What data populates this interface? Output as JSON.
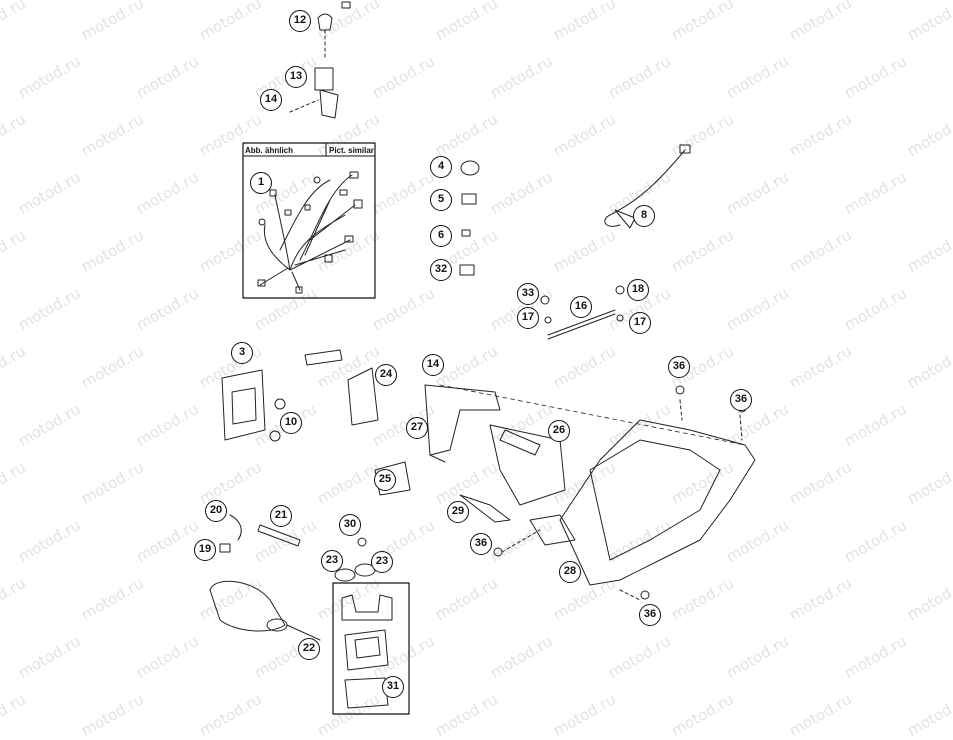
{
  "diagram": {
    "inset_header_left": "Abb. ähnlich",
    "inset_header_right": "Pict. similar",
    "watermark": "motod.ru",
    "colors": {
      "line": "#111111",
      "watermark": "#b0b0b0",
      "background": "#ffffff"
    },
    "callouts": [
      {
        "id": "c12",
        "label": "12"
      },
      {
        "id": "c13",
        "label": "13"
      },
      {
        "id": "c14a",
        "label": "14"
      },
      {
        "id": "c1",
        "label": "1"
      },
      {
        "id": "c4",
        "label": "4"
      },
      {
        "id": "c5",
        "label": "5"
      },
      {
        "id": "c6",
        "label": "6"
      },
      {
        "id": "c32",
        "label": "32"
      },
      {
        "id": "c8",
        "label": "8"
      },
      {
        "id": "c33",
        "label": "33"
      },
      {
        "id": "c18",
        "label": "18"
      },
      {
        "id": "c16",
        "label": "16"
      },
      {
        "id": "c17a",
        "label": "17"
      },
      {
        "id": "c17b",
        "label": "17"
      },
      {
        "id": "c3",
        "label": "3"
      },
      {
        "id": "c14b",
        "label": "14"
      },
      {
        "id": "c24",
        "label": "24"
      },
      {
        "id": "c36a",
        "label": "36"
      },
      {
        "id": "c36b",
        "label": "36"
      },
      {
        "id": "c10",
        "label": "10"
      },
      {
        "id": "c27",
        "label": "27"
      },
      {
        "id": "c26",
        "label": "26"
      },
      {
        "id": "c25",
        "label": "25"
      },
      {
        "id": "c20",
        "label": "20"
      },
      {
        "id": "c21",
        "label": "21"
      },
      {
        "id": "c30",
        "label": "30"
      },
      {
        "id": "c29",
        "label": "29"
      },
      {
        "id": "c36c",
        "label": "36"
      },
      {
        "id": "c19",
        "label": "19"
      },
      {
        "id": "c23a",
        "label": "23"
      },
      {
        "id": "c23b",
        "label": "23"
      },
      {
        "id": "c28",
        "label": "28"
      },
      {
        "id": "c36d",
        "label": "36"
      },
      {
        "id": "c22",
        "label": "22"
      },
      {
        "id": "c31",
        "label": "31"
      }
    ]
  }
}
